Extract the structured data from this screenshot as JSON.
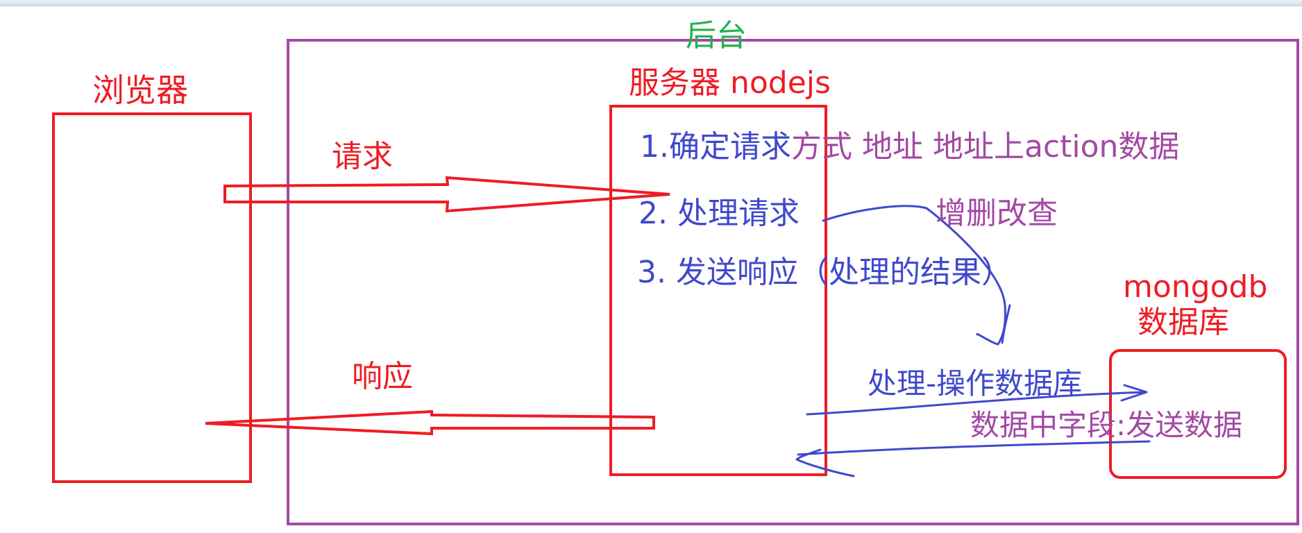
{
  "colors": {
    "red": "#ee1c24",
    "purple": "#a349a4",
    "blue": "#3f48cc",
    "green": "#22b14c"
  },
  "labels": {
    "backend": "后台",
    "browser": "浏览器",
    "server": "服务器 nodejs",
    "request": "请求",
    "response": "响应",
    "database_name": "mongodb",
    "database": "数据库"
  },
  "server_steps": {
    "step1_blue": "1.确定请求",
    "step1_purple": "方式  地址  地址上action数据",
    "step2": "2. 处理请求",
    "step3": "3. 发送响应（处理的结果）"
  },
  "annotations": {
    "crud": "增删改查",
    "db_operation": "处理-操作数据库",
    "db_return": "数据中字段:发送数据"
  }
}
